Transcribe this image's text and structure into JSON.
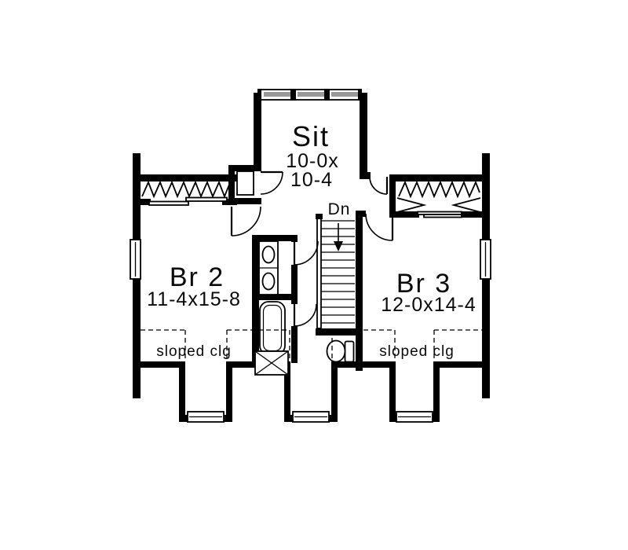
{
  "plan": {
    "background": "#ffffff",
    "wall_color": "#000000",
    "glazing_color": "#999999",
    "rooms": {
      "sit": {
        "label": "Sit",
        "dims_line1": "10-0x",
        "dims_line2": "10-4"
      },
      "br2": {
        "label": "Br 2",
        "dims": "11-4x15-8"
      },
      "br3": {
        "label": "Br 3",
        "dims": "12-0x14-4"
      }
    },
    "stairs": {
      "direction_label": "Dn"
    },
    "ceiling_notes": {
      "left": "sloped clg",
      "right": "sloped clg"
    },
    "fixtures": [
      "double-vanity-sinks",
      "bathtub",
      "toilet",
      "stairs-down",
      "closet-hanging-rods",
      "chase-x-box"
    ],
    "window_count": {
      "top_band": 3,
      "side": 2,
      "dormer": 3
    }
  }
}
